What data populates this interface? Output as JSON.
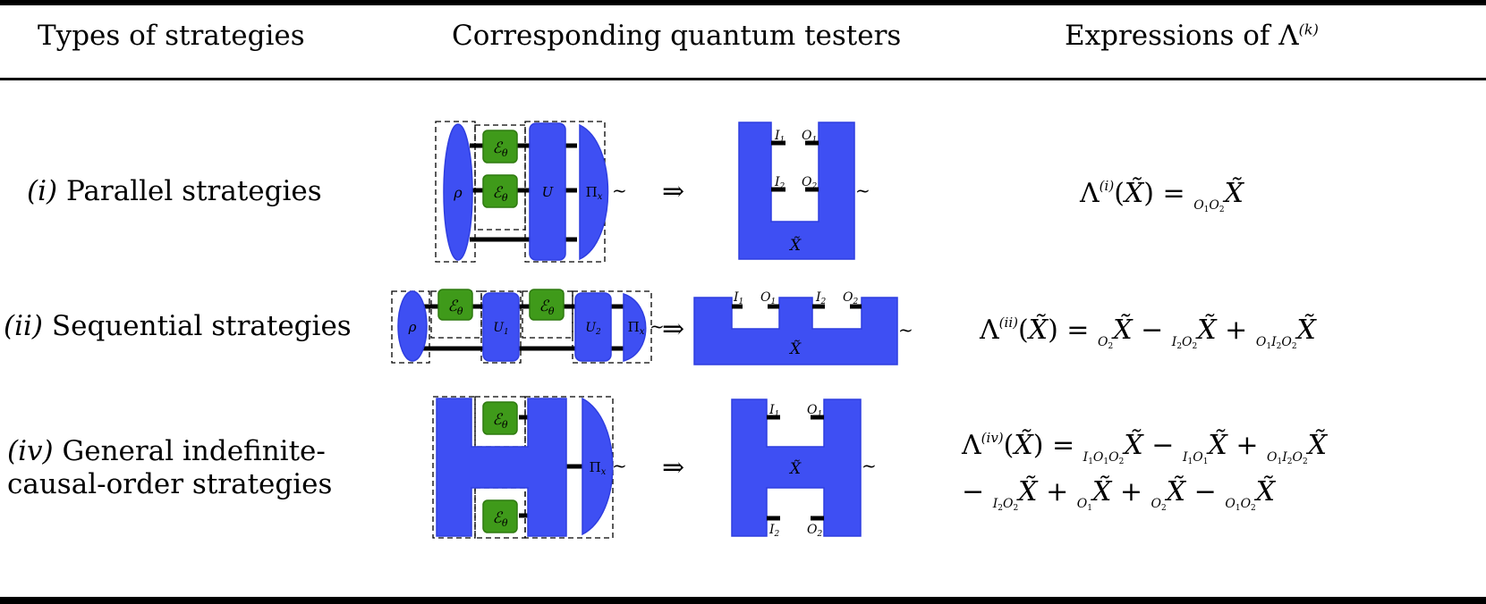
{
  "header": {
    "col1": "Types of strategies",
    "col2": "Corresponding quantum testers",
    "col3": "Expressions of Λ(k)",
    "col3_main": "Expressions of Λ",
    "col3_sup": "(k)"
  },
  "rows": [
    {
      "label_prefix": "(i)",
      "label": "Parallel strategies",
      "lambda_sup": "(i)",
      "circuit": {
        "rho": "ρ",
        "channel": "ℰθ",
        "unitary": "U",
        "measure": "Πx"
      },
      "tester": {
        "ports": [
          "I1",
          "O1",
          "I2",
          "O2"
        ],
        "center": "X̃"
      },
      "arrow": "⇒",
      "expression": "Λ(i)(X̃) = O1O2X̃"
    },
    {
      "label_prefix": "(ii)",
      "label": "Sequential strategies",
      "lambda_sup": "(ii)",
      "circuit": {
        "rho": "ρ",
        "channel": "ℰθ",
        "unitary1": "U1",
        "unitary2": "U2",
        "measure": "Πx"
      },
      "tester": {
        "ports": [
          "I1",
          "O1",
          "I2",
          "O2"
        ],
        "center": "X̃"
      },
      "arrow": "⇒",
      "expression": "Λ(ii)(X̃) = O2X̃ − I2O2X̃ + O1I2O2X̃"
    },
    {
      "label_prefix": "(iv)",
      "label_line1": "General indefinite-",
      "label_line2": "causal-order strategies",
      "lambda_sup": "(iv)",
      "circuit": {
        "channel": "ℰθ",
        "measure": "Πx"
      },
      "tester": {
        "ports": [
          "I1",
          "O1",
          "I2",
          "O2"
        ],
        "center": "X̃"
      },
      "arrow": "⇒",
      "expression_line1": "Λ(iv)(X̃) = I1O1O2X̃ − I1O1X̃ + O1I2O2X̃",
      "expression_line2": "− I2O2X̃ + O1X̃ + O2X̃ − O1O2X̃"
    }
  ]
}
